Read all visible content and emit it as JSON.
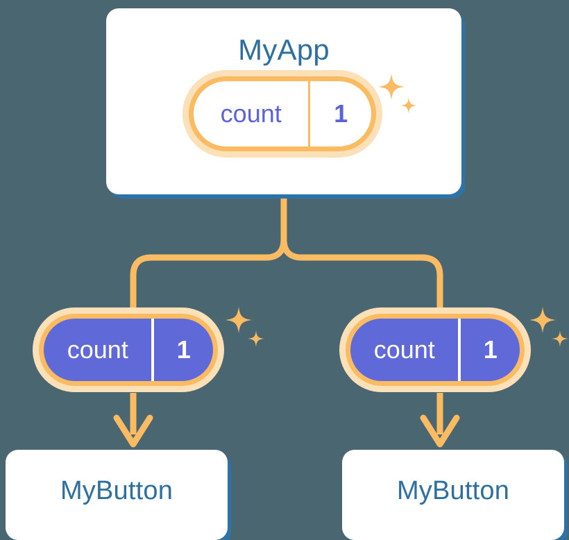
{
  "diagram": {
    "title_semantic": "prop-drilling-state-tree",
    "background_color": "#4a6670"
  },
  "colors": {
    "background": "#4a6670",
    "card_fill": "#ffffff",
    "card_shadow": "#2d72a8",
    "card_title_text": "#2d6f9e",
    "pill_border": "#fabb62",
    "pill_halo": "#fce0b8",
    "pill_solid_fill": "#5f69d8",
    "pill_light_text": "#5b64d6",
    "pill_solid_text": "#ffffff",
    "connector_line": "#fabb62",
    "sparkle": "#fabb62"
  },
  "root_card": {
    "title": "MyApp",
    "state_pill": {
      "key": "count",
      "value": "1",
      "style": "light"
    },
    "sparkle_count": 2
  },
  "branches": [
    {
      "state_pill": {
        "key": "count",
        "value": "1",
        "style": "solid"
      },
      "sparkle_count": 2,
      "card": {
        "title": "MyButton"
      }
    },
    {
      "state_pill": {
        "key": "count",
        "value": "1",
        "style": "solid"
      },
      "sparkle_count": 2,
      "card": {
        "title": "MyButton"
      }
    }
  ]
}
